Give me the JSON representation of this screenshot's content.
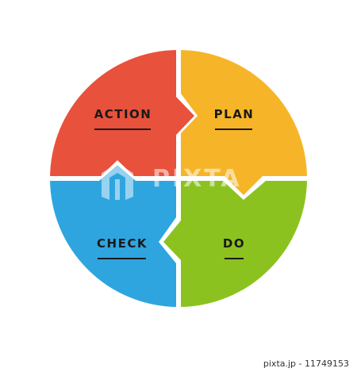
{
  "colors": {
    "action": "#e8513b",
    "plan": "#f6b528",
    "do": "#8cc21f",
    "check": "#2ea5df",
    "text": "#1a1a1a"
  },
  "quadrants": {
    "action": "ACTION",
    "plan": "PLAN",
    "do": "DO",
    "check": "CHECK"
  },
  "watermark": {
    "brand": "PIXTA"
  },
  "footer": {
    "source": "pixta.jp",
    "separator": " - ",
    "image_number": "11749153"
  }
}
